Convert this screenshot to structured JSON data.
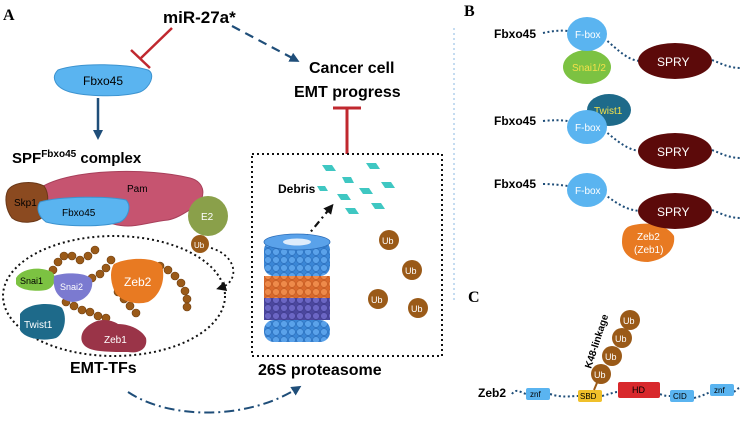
{
  "panels": {
    "a": "A",
    "b": "B",
    "c": "C"
  },
  "panel_a": {
    "mirna": "miR-27a*",
    "fbxo45": "Fbxo45",
    "complex_prefix": "SPF",
    "complex_sup": "Fbxo45",
    "complex_suffix": " complex",
    "skp1": "Skp1",
    "pam": "Pam",
    "fbxo45_in_complex": "Fbxo45",
    "e2": "E2",
    "ub": "Ub",
    "snai1": "Snai1",
    "snai2": "Snai2",
    "zeb2": "Zeb2",
    "twist1": "Twist1",
    "zeb1": "Zeb1",
    "emt_tfs": "EMT-TFs",
    "outcome_line1": "Cancer cell",
    "outcome_line2": "EMT progress",
    "debris": "Debris",
    "proteasome": "26S proteasome"
  },
  "panel_b": {
    "rows": [
      {
        "label": "Fbxo45",
        "fbox": "F-box",
        "partner": "Snai1/2",
        "spry": "SPRY"
      },
      {
        "label": "Fbxo45",
        "fbox": "F-box",
        "partner": "Twist1",
        "spry": "SPRY"
      },
      {
        "label": "Fbxo45",
        "fbox": "F-box",
        "partner_line1": "Zeb2",
        "partner_line2": "(Zeb1)",
        "spry": "SPRY"
      }
    ]
  },
  "panel_c": {
    "zeb2": "Zeb2",
    "linkage": "K48-linkage",
    "domains": [
      "znf",
      "SBD",
      "HD",
      "CID",
      "znf"
    ]
  },
  "colors": {
    "fbxo45_blue": "#5ab4f0",
    "spry_maroon": "#5c0a0a",
    "snai_green": "#7cc242",
    "twist_teal": "#1e6a8a",
    "zeb2_orange": "#e87a22",
    "zeb1_maroon": "#9a3448",
    "pam_pink": "#c65470",
    "skp1_brown": "#8b4a20",
    "e2_olive": "#8aa04a",
    "ub_brown": "#9a5a18",
    "inhibit_red": "#c0282f",
    "arrow_navy": "#1f4e79",
    "proteasome_blue": "#3a86d6",
    "proteasome_orange": "#e07a3a",
    "proteasome_purple": "#5b55b4",
    "debris_teal": "#3fc7c2",
    "hd_red": "#d8282c",
    "sbd_yellow": "#f0c02a"
  }
}
